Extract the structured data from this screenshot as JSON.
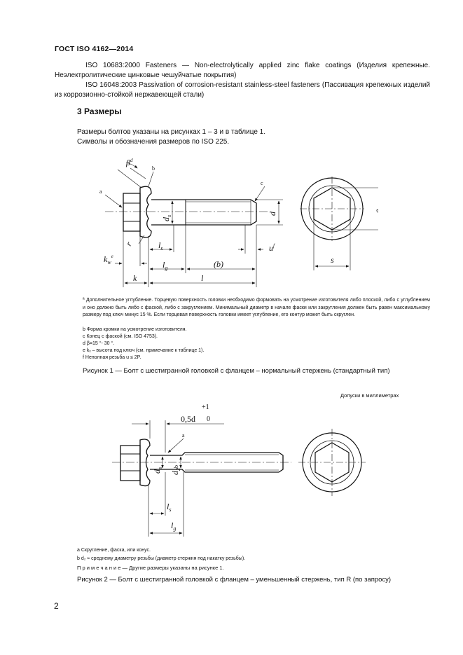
{
  "header": {
    "standard": "ГОСТ ISO 4162—2014"
  },
  "references": [
    "ISO 10683:2000 Fasteners — Non-electrolytically applied zinc flake coatings (Изделия крепежные. Неэлектролитические цинковые чешуйчатые покрытия)",
    "ISO 16048:2003 Passivation of corrosion-resistant stainless-steel fasteners (Пассивация крепежных изделий из коррозионно-стойкой нержавеющей стали)"
  ],
  "section": {
    "title": "3 Размеры",
    "para1": "Размеры болтов указаны на рисунках 1 – 3 и в таблице 1.",
    "para2": "Символы и обозначения размеров по ISO 225."
  },
  "figure1": {
    "labels": {
      "beta": "β",
      "beta_sup": "d",
      "a": "a",
      "b": "b",
      "c": "c",
      "ds": "d",
      "ds_sub": "s",
      "d": "d",
      "e": "e",
      "s": "s",
      "r": "r",
      "ls": "l",
      "ls_sub": "s",
      "lg": "l",
      "lg_sub": "g",
      "b_paren": "(b)",
      "u": "u",
      "u_sup": "f",
      "kw": "k",
      "kw_sub": "w",
      "kw_sup": "e",
      "k": "k",
      "l": "l"
    },
    "footnote_a": "ª Дополнительное углубление. Торцевую поверхность головки необходимо формовать на усмотрение изготовителя либо плоской, либо с углублением и оно должно быть либо с фаской, либо с закруглением. Минимальный диаметр в начале фаски или закругления должен быть равен максимальному размеру под ключ минус 15 %. Если торцевая поверхность головки имеет углубление, его контур может быть скруглен.",
    "footnotes": [
      "b  Форма кромки на усмотрение изготовителя.",
      "c  Конец с фаской (см. ISO 4753).",
      "d  β=15 °- 30 °.",
      "e  kₓ – высота под ключ (см. примечание к таблице 1).",
      "f  Неполная резьба u ≤ 2P."
    ],
    "caption": "Рисунок 1 — Болт с шестигранной головкой с фланцем – нормальный стержень (стандартный тип)"
  },
  "tolerance_note": "Допуски в миллиметрах",
  "figure2": {
    "labels": {
      "dim": "0,5d",
      "tol_plus": "+1",
      "tol_zero": "0",
      "a": "a",
      "ds": "d",
      "ds_sub": "s",
      "d2": "d",
      "d2_sub": "2",
      "b": "b",
      "ls": "l",
      "ls_sub": "s",
      "lg": "l",
      "lg_sub": "g"
    },
    "footnotes": [
      "a Скругление, фаска, или конус.",
      "b  d₂ ≈ среднему диаметру резьбы (диаметр стержня под накатку резьбы).",
      "П р и м е ч а н и е — Другие размеры указаны на рисунке 1."
    ],
    "caption": "Рисунок 2 — Болт с шестигранной головкой с фланцем – уменьшенный стержень, тип R (по запросу)"
  },
  "page_number": "2"
}
